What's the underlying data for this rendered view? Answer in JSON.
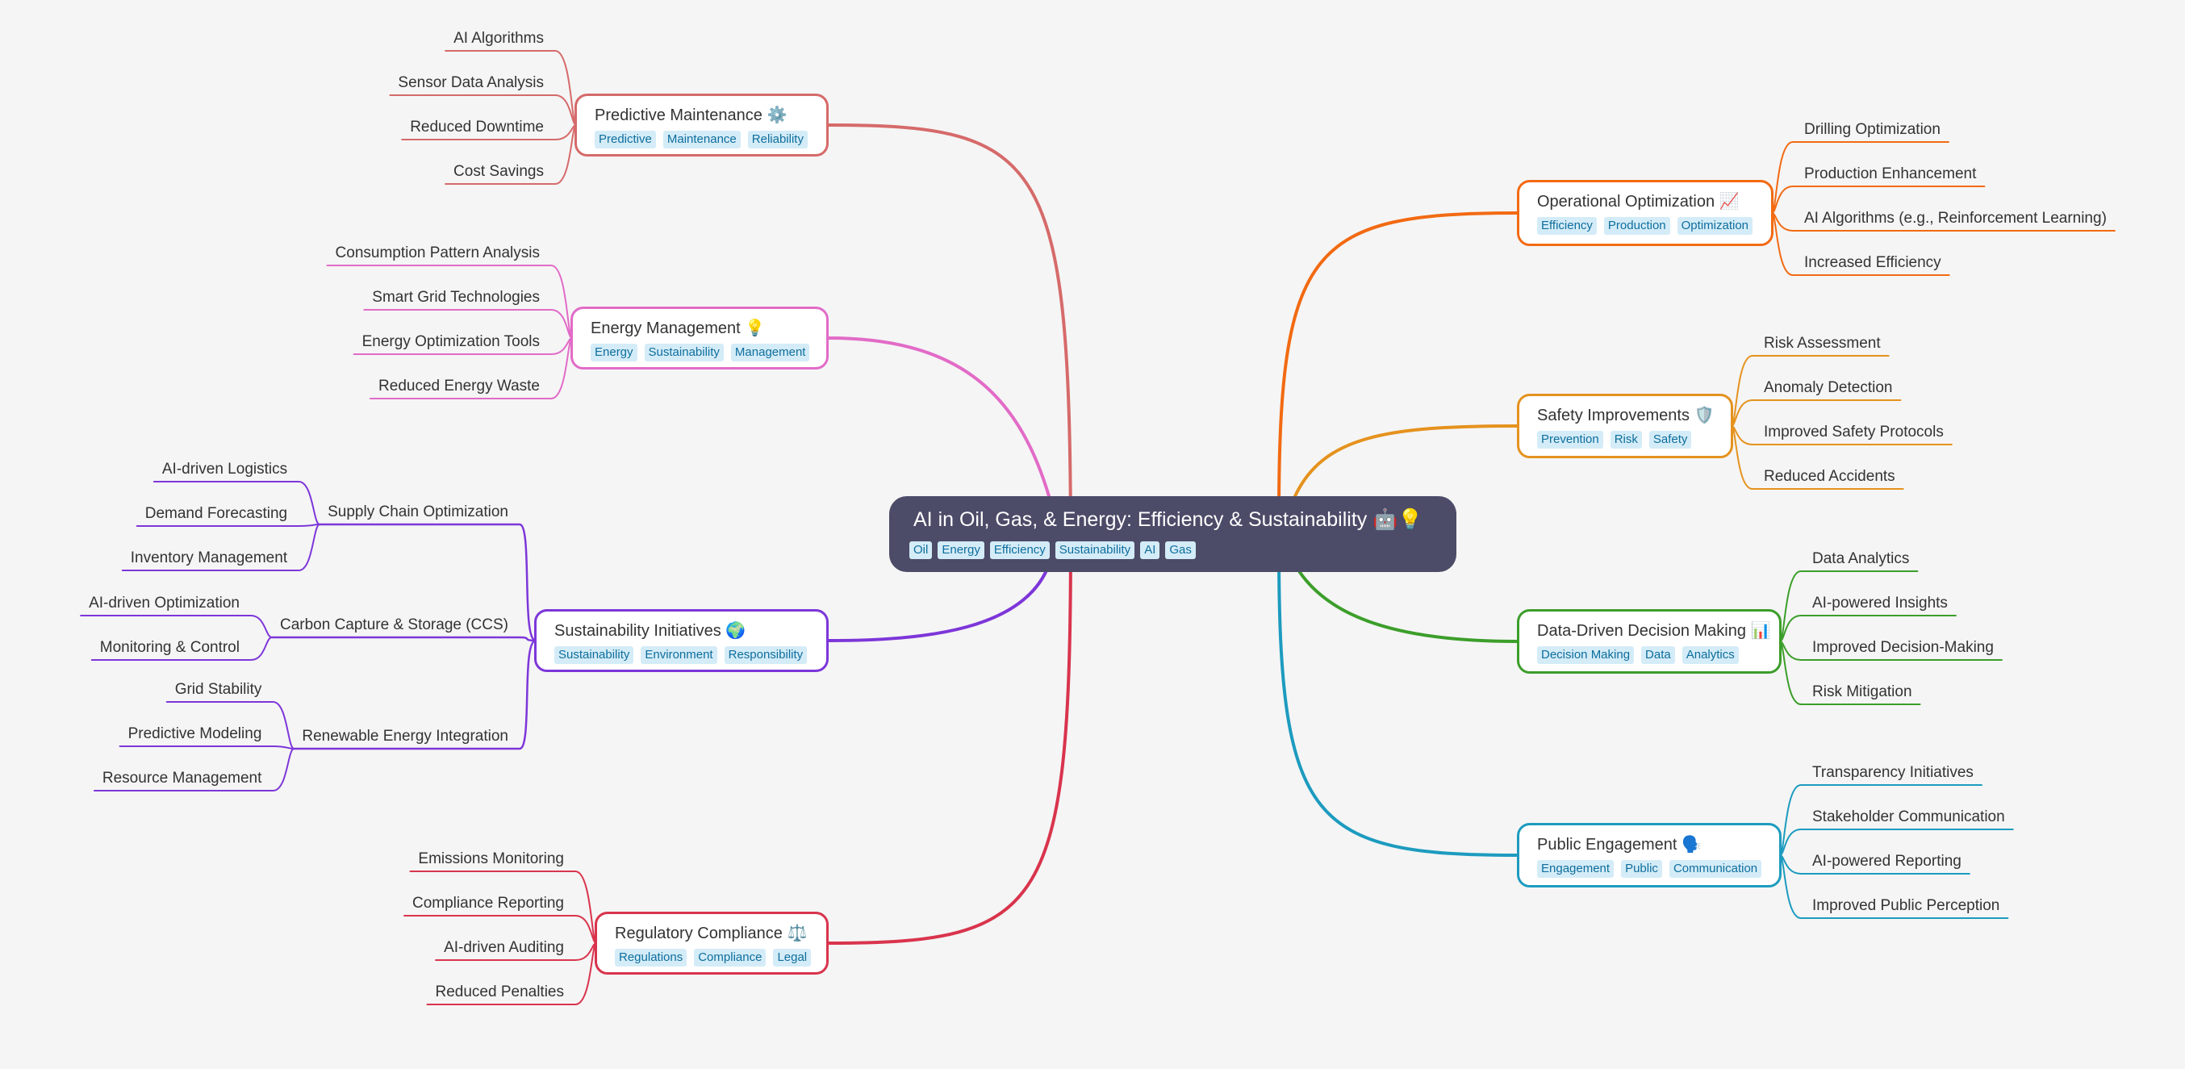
{
  "root": {
    "title": "AI in Oil, Gas, & Energy: Efficiency & Sustainability 🤖💡",
    "tags": [
      "Oil",
      "Energy",
      "Efficiency",
      "Sustainability",
      "AI",
      "Gas"
    ]
  },
  "colors": {
    "root_fill": "#4c4b68",
    "predictive_maintenance": "#d66a6a",
    "energy_management": "#e26bc7",
    "sustainability_initiatives": "#7d36d9",
    "regulatory_compliance": "#d9344d",
    "operational_optimization": "#f26a12",
    "safety_improvements": "#e5921e",
    "data_driven_decision_making": "#3c9e2a",
    "public_engagement": "#1d9bbf",
    "tag_bg": "#d4ecf7",
    "tag_text": "#0e6e9e"
  },
  "branches": [
    {
      "title": "Predictive Maintenance ⚙️",
      "tags": [
        "Predictive",
        "Maintenance",
        "Reliability"
      ],
      "children": [
        {
          "label": "AI Algorithms"
        },
        {
          "label": "Sensor Data Analysis"
        },
        {
          "label": "Reduced Downtime"
        },
        {
          "label": "Cost Savings"
        }
      ]
    },
    {
      "title": "Energy Management 💡",
      "tags": [
        "Energy",
        "Sustainability",
        "Management"
      ],
      "children": [
        {
          "label": "Consumption Pattern Analysis"
        },
        {
          "label": "Smart Grid Technologies"
        },
        {
          "label": "Energy Optimization Tools"
        },
        {
          "label": "Reduced Energy Waste"
        }
      ]
    },
    {
      "title": "Sustainability Initiatives 🌍",
      "tags": [
        "Sustainability",
        "Environment",
        "Responsibility"
      ],
      "children": [
        {
          "label": "Supply Chain Optimization",
          "children": [
            {
              "label": "AI-driven Logistics"
            },
            {
              "label": "Demand Forecasting"
            },
            {
              "label": "Inventory Management"
            }
          ]
        },
        {
          "label": "Carbon Capture & Storage (CCS)",
          "children": [
            {
              "label": "AI-driven Optimization"
            },
            {
              "label": "Monitoring & Control"
            }
          ]
        },
        {
          "label": "Renewable Energy Integration",
          "children": [
            {
              "label": "Grid Stability"
            },
            {
              "label": "Predictive Modeling"
            },
            {
              "label": "Resource Management"
            }
          ]
        }
      ]
    },
    {
      "title": "Regulatory Compliance ⚖️",
      "tags": [
        "Regulations",
        "Compliance",
        "Legal"
      ],
      "children": [
        {
          "label": "Emissions Monitoring"
        },
        {
          "label": "Compliance Reporting"
        },
        {
          "label": "AI-driven Auditing"
        },
        {
          "label": "Reduced Penalties"
        }
      ]
    },
    {
      "title": "Operational Optimization 📈",
      "tags": [
        "Efficiency",
        "Production",
        "Optimization"
      ],
      "children": [
        {
          "label": "Drilling Optimization"
        },
        {
          "label": "Production Enhancement"
        },
        {
          "label": "AI Algorithms (e.g., Reinforcement Learning)"
        },
        {
          "label": "Increased Efficiency"
        }
      ]
    },
    {
      "title": "Safety Improvements 🛡️",
      "tags": [
        "Prevention",
        "Risk",
        "Safety"
      ],
      "children": [
        {
          "label": "Risk Assessment"
        },
        {
          "label": "Anomaly Detection"
        },
        {
          "label": "Improved Safety Protocols"
        },
        {
          "label": "Reduced Accidents"
        }
      ]
    },
    {
      "title": "Data-Driven Decision Making 📊",
      "tags": [
        "Decision Making",
        "Data",
        "Analytics"
      ],
      "children": [
        {
          "label": "Data Analytics"
        },
        {
          "label": "AI-powered Insights"
        },
        {
          "label": "Improved Decision-Making"
        },
        {
          "label": "Risk Mitigation"
        }
      ]
    },
    {
      "title": "Public Engagement 🗣️",
      "tags": [
        "Engagement",
        "Public",
        "Communication"
      ],
      "children": [
        {
          "label": "Transparency Initiatives"
        },
        {
          "label": "Stakeholder Communication"
        },
        {
          "label": "AI-powered Reporting"
        },
        {
          "label": "Improved Public Perception"
        }
      ]
    }
  ]
}
